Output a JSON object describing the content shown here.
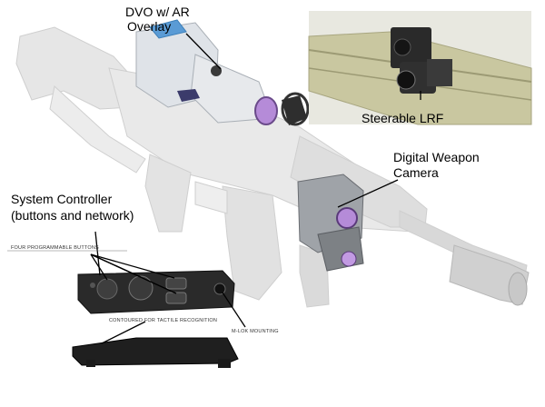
{
  "labels": {
    "dvo_line1": "DVO w/ AR",
    "dvo_line2": "Overlay",
    "lrf": "Steerable LRF",
    "camera_line1": "Digital Weapon",
    "camera_line2": "Camera",
    "controller_line1": "System Controller",
    "controller_line2": "(buttons and network)"
  },
  "callouts": {
    "buttons": "FOUR PROGRAMMABLE BUTTONS",
    "contoured": "CONTOURED FOR TACTILE RECOGNITION",
    "mlok": "M-LOK MOUNTING"
  },
  "colors": {
    "rifle_ghost": "#e4e4e4",
    "dvo_body": "#d9dde2",
    "lens_purple": "#b58bd8",
    "inset_bg": "#c9c7a0",
    "device_dark": "#2a2a2a"
  }
}
